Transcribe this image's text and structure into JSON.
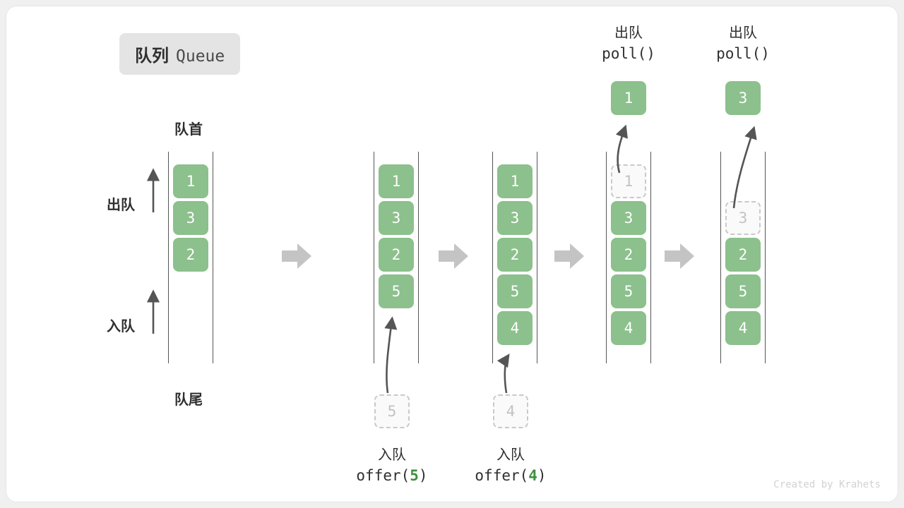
{
  "title": {
    "cn": "队列",
    "en": "Queue"
  },
  "labels": {
    "front": "队首",
    "rear": "队尾",
    "dequeue": "出队",
    "enqueue": "入队"
  },
  "colors": {
    "cell_fill": "#8cc08c",
    "cell_text": "#ffffff",
    "ghost_border": "#c9c9c9",
    "ghost_text": "#c2c2c2",
    "rail": "#555555",
    "arrow": "#555555",
    "step_arrow": "#c4c4c4",
    "badge_bg": "#e4e4e4",
    "accent_value": "#3f8f3f",
    "card_bg": "#ffffff",
    "page_bg": "#f0f0f0"
  },
  "steps": [
    {
      "id": "state-initial",
      "cells": [
        "1",
        "3",
        "2"
      ]
    },
    {
      "id": "state-after-offer-5",
      "cells": [
        "1",
        "3",
        "2",
        "5"
      ]
    },
    {
      "id": "state-after-offer-4",
      "cells": [
        "1",
        "3",
        "2",
        "5",
        "4"
      ]
    },
    {
      "id": "state-poll-1",
      "cells": [
        "1",
        "3",
        "2",
        "5",
        "4"
      ],
      "ghost_index": 0
    },
    {
      "id": "state-poll-3",
      "cells": [
        "3",
        "2",
        "5",
        "4"
      ],
      "ghost_index": 0
    }
  ],
  "operations": {
    "offer_5": {
      "cn": "入队",
      "code_prefix": "offer(",
      "value": "5",
      "code_suffix": ")",
      "ghost_value": "5"
    },
    "offer_4": {
      "cn": "入队",
      "code_prefix": "offer(",
      "value": "4",
      "code_suffix": ")",
      "ghost_value": "4"
    },
    "poll_1": {
      "cn": "出队",
      "code": "poll()",
      "popped_value": "1"
    },
    "poll_3": {
      "cn": "出队",
      "code": "poll()",
      "popped_value": "3"
    }
  },
  "footer": "Created by Krahets"
}
